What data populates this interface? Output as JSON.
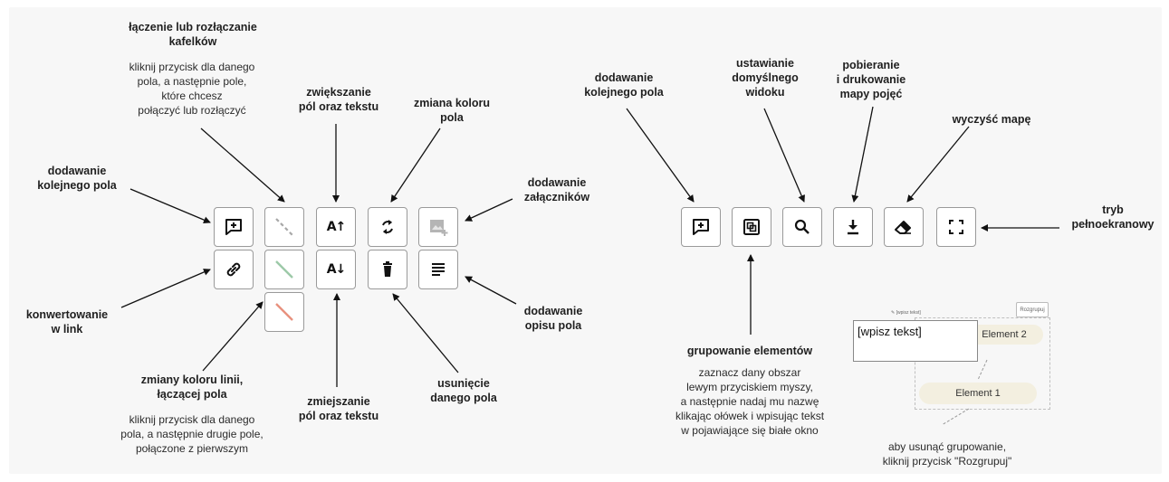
{
  "left_toolbar": {
    "labels": {
      "merge_title": "łączenie lub rozłączanie\nkafelków",
      "merge_desc": "kliknij przycisk dla danego\npola, a następnie pole,\nktóre chcesz\npołączyć lub rozłączyć",
      "increase": "zwiększanie\npól oraz tekstu",
      "color": "zmiana koloru\npola",
      "add_field": "dodawanie\nkolejnego pola",
      "attachments": "dodawanie\nzałączników",
      "convert_link": "konwertowanie\nw link",
      "line_color_title": "zmiany koloru linii,\nłączącej pola",
      "line_color_desc": "kliknij przycisk dla danego\npola, a następnie drugie pole,\npołączone z pierwszym",
      "decrease": "zmiejszanie\npól oraz tekstu",
      "delete": "usunięcie\ndanego pola",
      "description": "dodawanie\nopisu pola"
    },
    "buttons": {
      "increase_text": "A↑",
      "decrease_text": "A↓"
    }
  },
  "right_toolbar": {
    "labels": {
      "add_field": "dodawanie\nkolejnego pola",
      "default_view": "ustawianie\ndomyślnego\nwidoku",
      "download": "pobieranie\ni drukowanie\nmapy pojęć",
      "clear": "wyczyść mapę",
      "fullscreen": "tryb\npełnoekranowy",
      "group_title": "grupowanie elementów",
      "group_desc": "zaznacz dany obszar\nlewym przyciskiem myszy,\na następnie nadaj mu nazwę\nklikając ołówek i wpisując tekst\nw pojawiające się białe okno",
      "ungroup_desc": "aby usunąć grupowanie,\nkliknij przycisk \"Rozgrupuj\""
    }
  },
  "group_example": {
    "group_label": "✎ [wpisz tekst]",
    "ungroup_button": "Rozgrupuj",
    "textarea_value": "[wpisz tekst]",
    "element2": "Element 2",
    "element1": "Element 1"
  },
  "colors": {
    "line_gray": "#a8a8a8",
    "line_green": "#9cc9a8",
    "line_red": "#e8917e",
    "node_fill": "#f3efe0"
  }
}
